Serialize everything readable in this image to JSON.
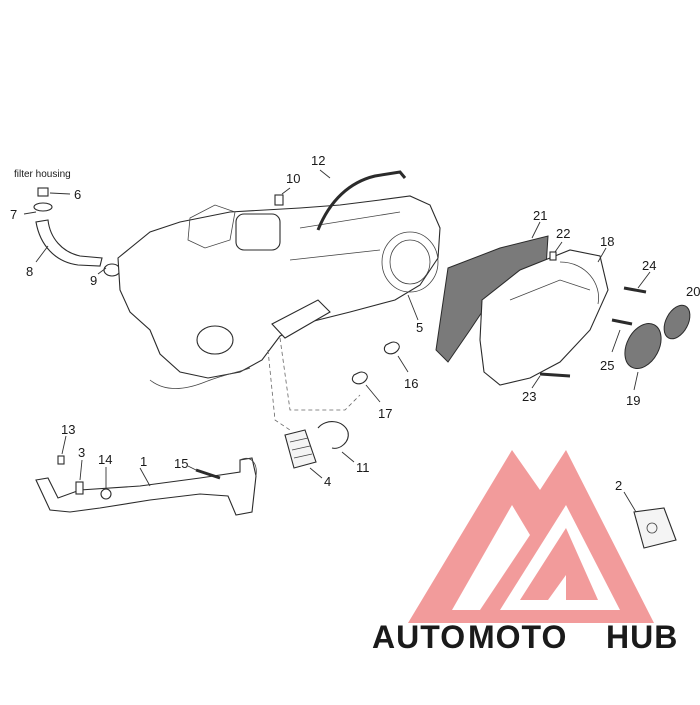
{
  "diagram": {
    "caption": "filter housing",
    "callouts": [
      "1",
      "2",
      "3",
      "4",
      "5",
      "6",
      "7",
      "8",
      "9",
      "10",
      "11",
      "12",
      "13",
      "14",
      "15",
      "16",
      "17",
      "18",
      "19",
      "20",
      "21",
      "22",
      "23",
      "24",
      "25"
    ]
  },
  "watermark": {
    "part1": "AUTO",
    "part2": "MOTO",
    "part3": "HUB",
    "colors": {
      "logo": "#f08a8a",
      "auto": "#f5b87a",
      "moto": "#f29b8c",
      "hub": "#9a9a9a"
    }
  }
}
